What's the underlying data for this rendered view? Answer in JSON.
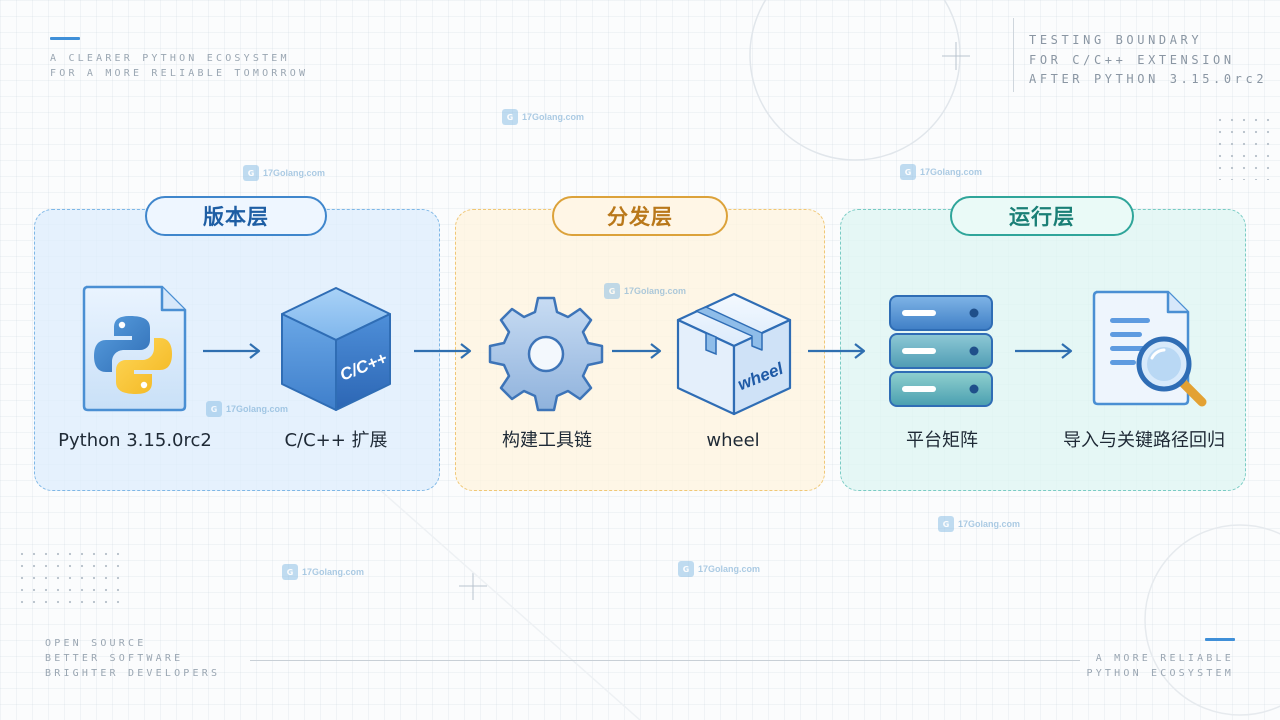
{
  "header_left": {
    "line1": "A CLEARER PYTHON ECOSYSTEM",
    "line2": "FOR A MORE RELIABLE TOMORROW"
  },
  "header_right": {
    "line1": "TESTING BOUNDARY",
    "line2": "FOR C/C++ EXTENSION",
    "line3": "AFTER PYTHON 3.15.0rc2"
  },
  "footer_left": {
    "line1": "OPEN SOURCE",
    "line2": "BETTER SOFTWARE",
    "line3": "BRIGHTER DEVELOPERS"
  },
  "footer_right": {
    "line1": "A MORE RELIABLE",
    "line2": "PYTHON ECOSYSTEM"
  },
  "layers": [
    {
      "title": "版本层",
      "color": "#3f86cc",
      "nodes": [
        {
          "label": "Python 3.15.0rc2",
          "icon": "python-file-icon"
        },
        {
          "label": "C/C++ 扩展",
          "icon": "cpp-cube-icon",
          "icon_text": "C/C++"
        }
      ]
    },
    {
      "title": "分发层",
      "color": "#dca23a",
      "nodes": [
        {
          "label": "构建工具链",
          "icon": "gear-icon"
        },
        {
          "label": "wheel",
          "icon": "wheel-box-icon",
          "icon_text": "wheel"
        }
      ]
    },
    {
      "title": "运行层",
      "color": "#2fa59a",
      "nodes": [
        {
          "label": "平台矩阵",
          "icon": "server-stack-icon"
        },
        {
          "label": "导入与关键路径回归",
          "icon": "document-search-icon"
        }
      ]
    }
  ],
  "watermark": {
    "text": "17Golang.com"
  },
  "colors": {
    "accent": "#3f8fd8",
    "arrow": "#2f6fb0"
  }
}
